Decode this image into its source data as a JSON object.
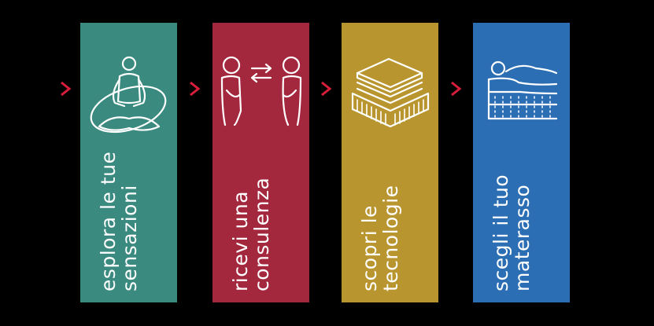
{
  "colors": {
    "background": "#000000",
    "chevron": "#d81e3b",
    "panel_1": "#3a8a80",
    "panel_2": "#a3283d",
    "panel_3": "#b9952f",
    "panel_4": "#2c6eb3"
  },
  "steps": [
    {
      "icon": "meditation-icon",
      "line1": "esplora le tue",
      "line2": "sensazioni"
    },
    {
      "icon": "conversation-icon",
      "line1": "ricevi una",
      "line2": "consulenza"
    },
    {
      "icon": "mattress-layers-icon",
      "line1": "scopri le",
      "line2": "tecnologie"
    },
    {
      "icon": "sleeper-on-mattress-icon",
      "line1": "scegli il tuo",
      "line2": "materasso"
    }
  ]
}
